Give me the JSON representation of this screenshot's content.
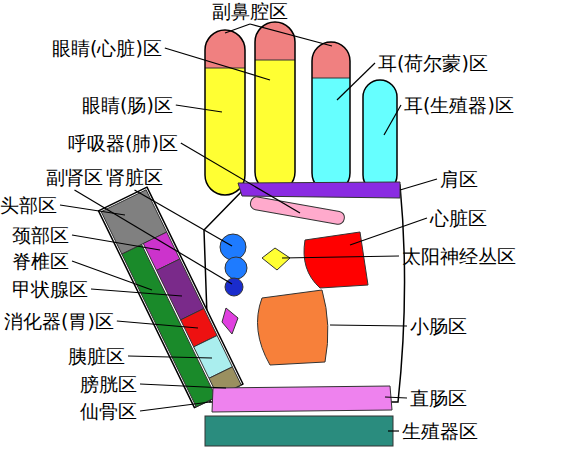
{
  "diagram": {
    "labels": [
      "副鼻腔区",
      "眼睛(心脏)区",
      "耳(荷尔蒙)区",
      "眼睛(肠)区",
      "耳(生殖器)区",
      "呼吸器(肺)区",
      "副肾区",
      "肾脏区",
      "肩区",
      "头部区",
      "心脏区",
      "颈部区",
      "太阳神经丛区",
      "脊椎区",
      "甲状腺区",
      "消化器(胃)区",
      "小肠区",
      "胰脏区",
      "膀胱区",
      "直肠区",
      "仙骨区",
      "生殖器区"
    ]
  }
}
